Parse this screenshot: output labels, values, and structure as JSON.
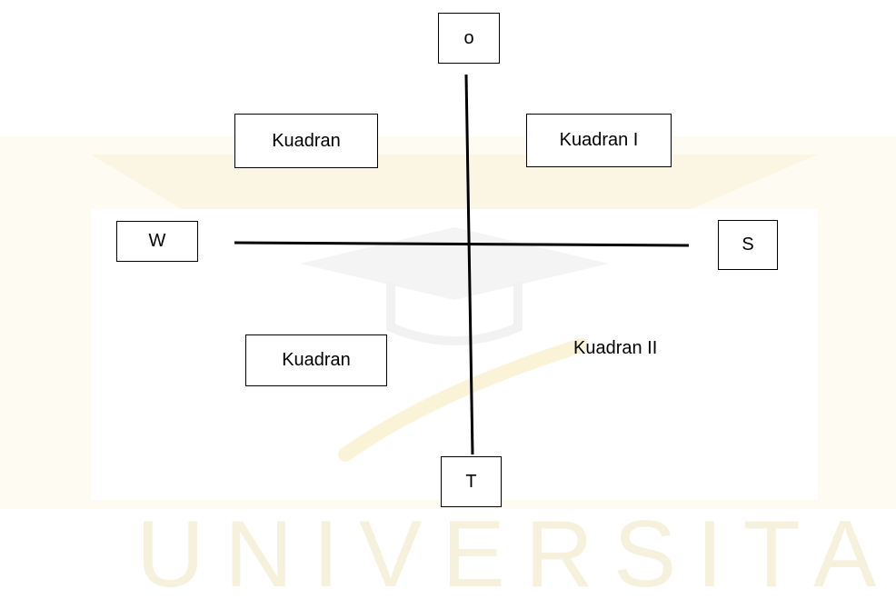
{
  "watermark": {
    "text": "UNIVERSITAS"
  },
  "axis_labels": {
    "top": "o",
    "bottom": "T",
    "left": "W",
    "right": "S"
  },
  "quadrants": {
    "top_left": "Kuadran",
    "top_right": "Kuadran I",
    "bottom_left": "Kuadran",
    "bottom_right": "Kuadran II"
  },
  "colors": {
    "line": "#000000",
    "watermark_tint": "#f6f1dc",
    "watermark_accent": "#fbf6e4"
  }
}
